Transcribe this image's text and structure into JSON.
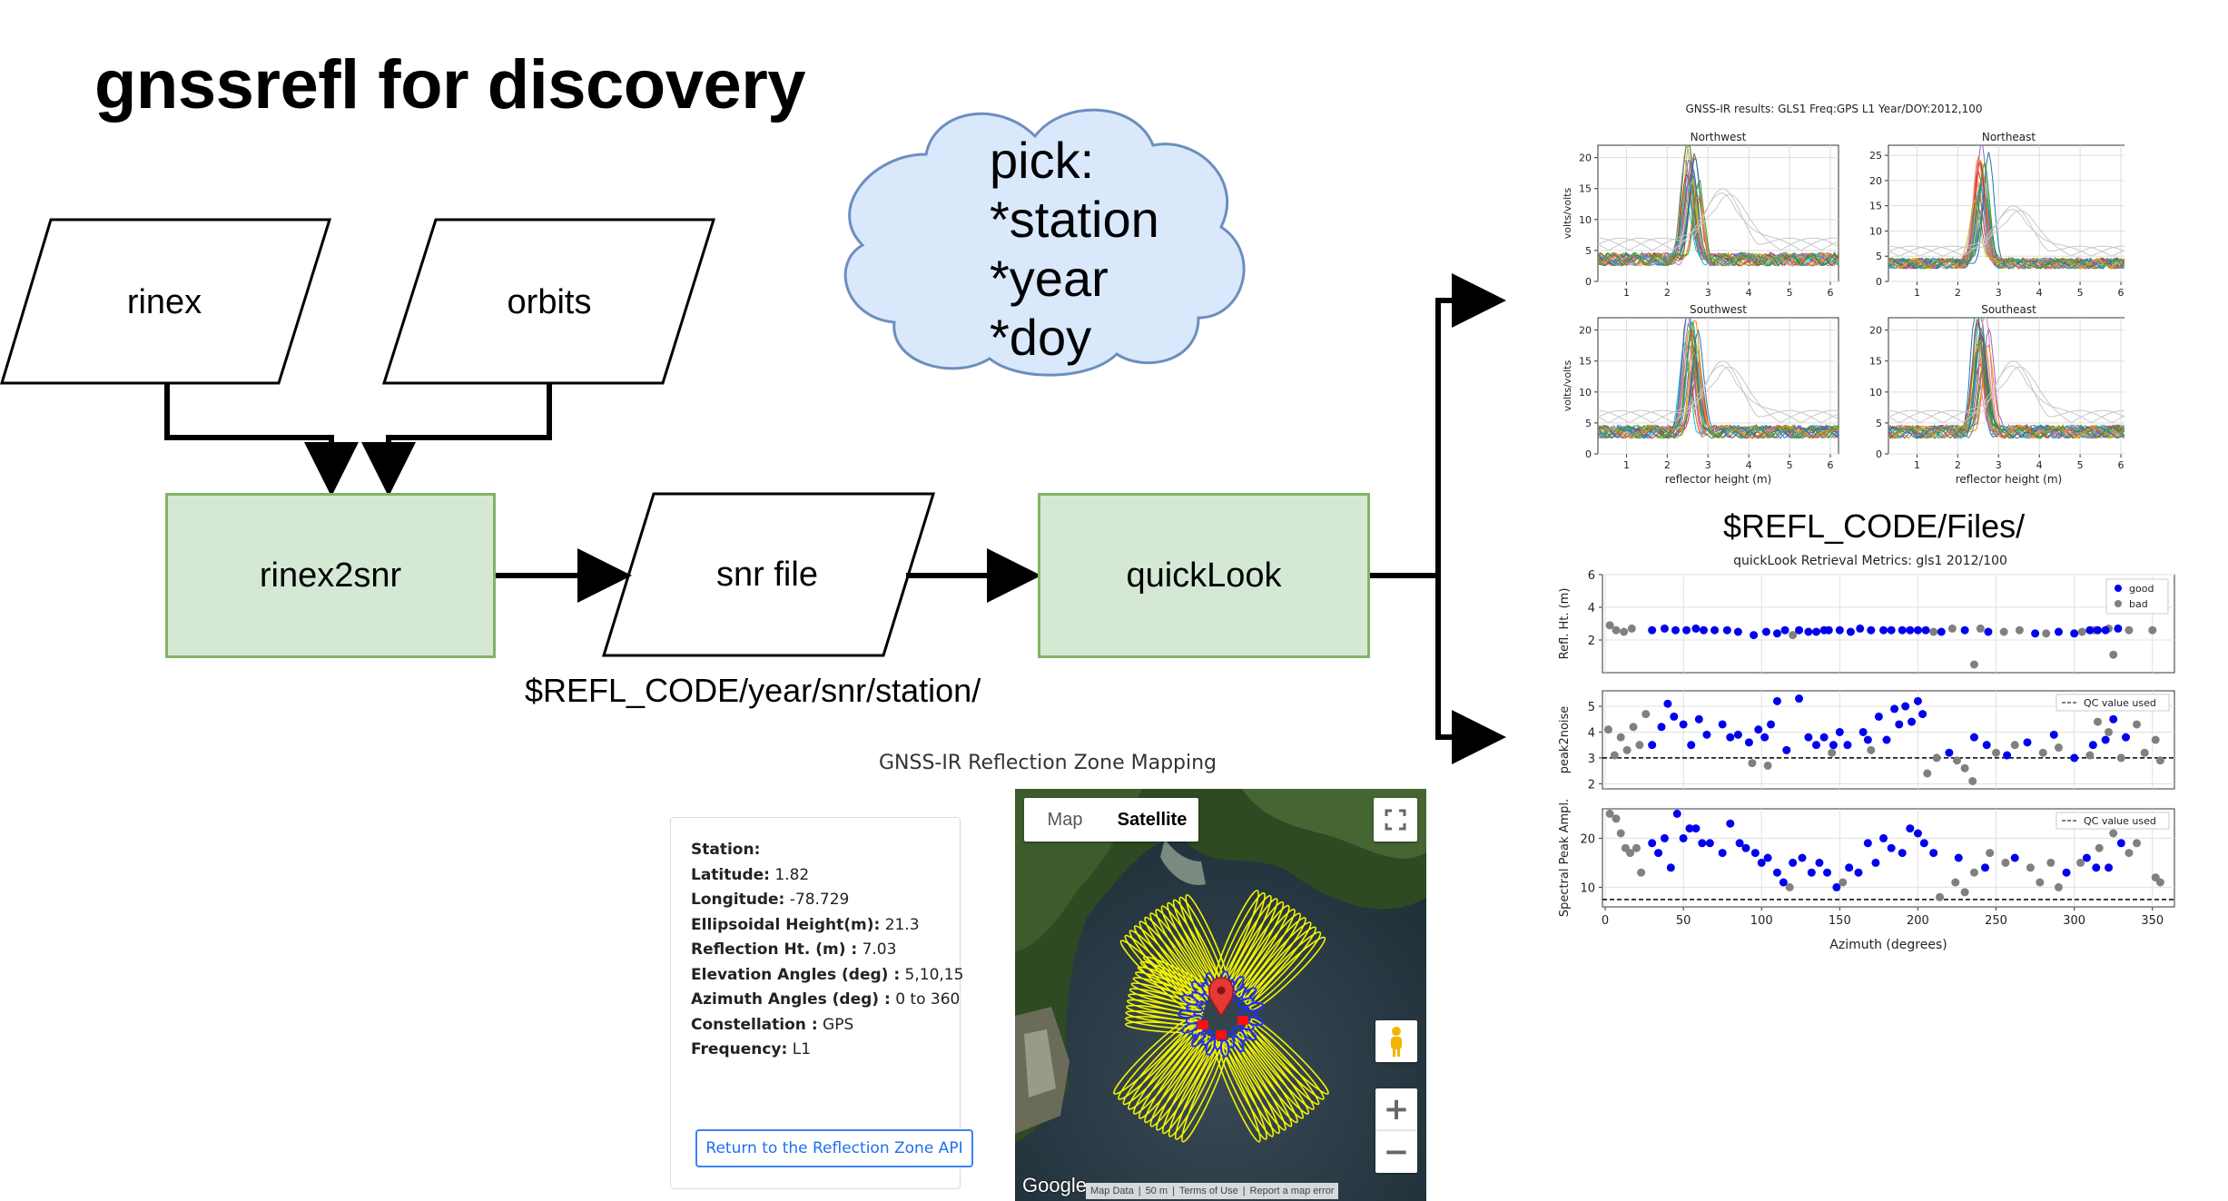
{
  "title": "gnssrefl for discovery",
  "flow": {
    "rinex": "rinex",
    "orbits": "orbits",
    "rinex2snr": "rinex2snr",
    "snr_file": "snr file",
    "quicklook": "quickLook",
    "snr_path": "$REFL_CODE/year/snr/station/",
    "files_path": "$REFL_CODE/Files/"
  },
  "cloud": {
    "lines": [
      "pick:",
      "*station",
      "*year",
      "*doy"
    ]
  },
  "colors": {
    "process_fill": "#d5e8d4",
    "process_border": "#82b366",
    "cloud_fill": "#dae8fc",
    "cloud_border": "#6c8ebf",
    "good": "#0000ee",
    "bad": "#808080"
  },
  "map_page": {
    "caption": "GNSS-IR Reflection Zone Mapping",
    "info": [
      {
        "label": "Station:",
        "value": ""
      },
      {
        "label": "Latitude:",
        "value": "1.82"
      },
      {
        "label": "Longitude:",
        "value": "-78.729"
      },
      {
        "label": "Ellipsoidal Height(m):",
        "value": "21.3"
      },
      {
        "label": "Reflection Ht. (m) :",
        "value": "7.03"
      },
      {
        "label": "Elevation Angles (deg) :",
        "value": "5,10,15"
      },
      {
        "label": "Azimuth Angles (deg) :",
        "value": "0 to 360"
      },
      {
        "label": "Constellation :",
        "value": "GPS"
      },
      {
        "label": "Frequency:",
        "value": "L1"
      }
    ],
    "return_button": "Return to the Reflection Zone API",
    "map": {
      "tab_map": "Map",
      "tab_satellite": "Satellite",
      "selected_tab": "Satellite",
      "google": "Google",
      "footer": [
        "Map Data",
        "50 m",
        "Terms of Use",
        "Report a map error"
      ],
      "icons": [
        "fullscreen-icon",
        "pegman-icon",
        "zoom-in-icon",
        "zoom-out-icon",
        "map-pin-icon"
      ]
    }
  },
  "chart_data": [
    {
      "type": "line",
      "title": "GNSS-IR results: GLS1 Freq:GPS L1 Year/DOY:2012,100",
      "panels": [
        {
          "title": "Northwest",
          "ylabel": "volts/volts",
          "ylim": [
            0,
            22
          ],
          "yticks": [
            0,
            5,
            10,
            15,
            20
          ],
          "peak_height": 20
        },
        {
          "title": "Northeast",
          "ylabel": "",
          "ylim": [
            0,
            27
          ],
          "yticks": [
            0,
            5,
            10,
            15,
            20,
            25
          ],
          "peak_height": 26
        },
        {
          "title": "Southwest",
          "ylabel": "volts/volts",
          "ylim": [
            0,
            22
          ],
          "yticks": [
            0,
            5,
            10,
            15,
            20
          ],
          "peak_height": 21
        },
        {
          "title": "Southeast",
          "ylabel": "",
          "ylim": [
            0,
            22
          ],
          "yticks": [
            0,
            5,
            10,
            15,
            20
          ],
          "peak_height": 21
        }
      ],
      "xlabel": "reflector height (m)",
      "xlim": [
        0.3,
        6.2
      ],
      "xticks": [
        1,
        2,
        3,
        4,
        5,
        6
      ],
      "peak_x": 2.6
    },
    {
      "type": "scatter",
      "title": "quickLook Retrieval Metrics: gls1 2012/100",
      "xlabel": "Azimuth (degrees)",
      "xlim": [
        0,
        360
      ],
      "xticks": [
        0,
        50,
        100,
        150,
        200,
        250,
        300,
        350
      ],
      "legend": [
        "good",
        "bad"
      ],
      "qc_legend": "QC value used",
      "panels": [
        {
          "ylabel": "Refl. Ht. (m)",
          "ylim": [
            0,
            6
          ],
          "yticks": [
            2,
            4,
            6
          ],
          "qc": null,
          "good": [
            [
              30,
              2.6
            ],
            [
              38,
              2.7
            ],
            [
              45,
              2.6
            ],
            [
              52,
              2.6
            ],
            [
              58,
              2.7
            ],
            [
              63,
              2.6
            ],
            [
              70,
              2.6
            ],
            [
              78,
              2.6
            ],
            [
              85,
              2.5
            ],
            [
              95,
              2.3
            ],
            [
              103,
              2.5
            ],
            [
              110,
              2.4
            ],
            [
              115,
              2.6
            ],
            [
              124,
              2.6
            ],
            [
              130,
              2.5
            ],
            [
              135,
              2.5
            ],
            [
              140,
              2.6
            ],
            [
              143,
              2.6
            ],
            [
              150,
              2.6
            ],
            [
              157,
              2.5
            ],
            [
              163,
              2.7
            ],
            [
              170,
              2.6
            ],
            [
              178,
              2.6
            ],
            [
              183,
              2.6
            ],
            [
              190,
              2.6
            ],
            [
              195,
              2.6
            ],
            [
              200,
              2.6
            ],
            [
              205,
              2.6
            ],
            [
              215,
              2.5
            ],
            [
              230,
              2.6
            ],
            [
              245,
              2.5
            ],
            [
              275,
              2.4
            ],
            [
              290,
              2.5
            ],
            [
              300,
              2.4
            ],
            [
              310,
              2.6
            ],
            [
              315,
              2.6
            ],
            [
              320,
              2.6
            ],
            [
              328,
              2.7
            ]
          ],
          "bad": [
            [
              3,
              2.9
            ],
            [
              7,
              2.6
            ],
            [
              12,
              2.5
            ],
            [
              17,
              2.7
            ],
            [
              120,
              2.3
            ],
            [
              210,
              2.5
            ],
            [
              222,
              2.7
            ],
            [
              236,
              0.5
            ],
            [
              240,
              2.7
            ],
            [
              255,
              2.5
            ],
            [
              265,
              2.6
            ],
            [
              282,
              2.4
            ],
            [
              305,
              2.5
            ],
            [
              313,
              2.6
            ],
            [
              322,
              2.7
            ],
            [
              325,
              1.1
            ],
            [
              335,
              2.6
            ],
            [
              350,
              2.6
            ]
          ]
        },
        {
          "ylabel": "peak2noise",
          "ylim": [
            1.8,
            5.6
          ],
          "yticks": [
            2,
            3,
            4,
            5
          ],
          "qc": 3.0,
          "good": [
            [
              30,
              3.5
            ],
            [
              36,
              4.2
            ],
            [
              40,
              5.1
            ],
            [
              44,
              4.6
            ],
            [
              50,
              4.3
            ],
            [
              55,
              3.5
            ],
            [
              60,
              4.5
            ],
            [
              65,
              3.9
            ],
            [
              75,
              4.3
            ],
            [
              80,
              3.8
            ],
            [
              85,
              3.9
            ],
            [
              92,
              3.6
            ],
            [
              98,
              4.1
            ],
            [
              102,
              3.8
            ],
            [
              106,
              4.3
            ],
            [
              110,
              5.2
            ],
            [
              116,
              3.3
            ],
            [
              124,
              5.3
            ],
            [
              130,
              3.8
            ],
            [
              135,
              3.5
            ],
            [
              140,
              3.8
            ],
            [
              146,
              3.5
            ],
            [
              150,
              4.0
            ],
            [
              155,
              3.5
            ],
            [
              165,
              4.0
            ],
            [
              168,
              3.7
            ],
            [
              175,
              4.6
            ],
            [
              180,
              3.7
            ],
            [
              185,
              4.9
            ],
            [
              188,
              4.3
            ],
            [
              192,
              5.0
            ],
            [
              196,
              4.4
            ],
            [
              200,
              5.2
            ],
            [
              203,
              4.7
            ],
            [
              220,
              3.2
            ],
            [
              236,
              3.8
            ],
            [
              244,
              3.5
            ],
            [
              257,
              3.1
            ],
            [
              270,
              3.6
            ],
            [
              287,
              3.9
            ],
            [
              300,
              3.0
            ],
            [
              312,
              3.5
            ],
            [
              320,
              3.7
            ],
            [
              325,
              4.5
            ],
            [
              333,
              3.8
            ]
          ],
          "bad": [
            [
              2,
              4.1
            ],
            [
              6,
              3.1
            ],
            [
              10,
              3.8
            ],
            [
              14,
              3.3
            ],
            [
              18,
              4.2
            ],
            [
              22,
              3.5
            ],
            [
              26,
              4.7
            ],
            [
              94,
              2.8
            ],
            [
              104,
              2.7
            ],
            [
              145,
              3.2
            ],
            [
              170,
              3.3
            ],
            [
              206,
              2.4
            ],
            [
              212,
              3.0
            ],
            [
              225,
              2.9
            ],
            [
              230,
              2.6
            ],
            [
              235,
              2.1
            ],
            [
              250,
              3.2
            ],
            [
              262,
              3.5
            ],
            [
              280,
              3.2
            ],
            [
              290,
              3.4
            ],
            [
              310,
              3.1
            ],
            [
              315,
              4.4
            ],
            [
              322,
              4.0
            ],
            [
              330,
              3.0
            ],
            [
              340,
              4.3
            ],
            [
              345,
              3.2
            ],
            [
              352,
              3.7
            ],
            [
              355,
              2.9
            ]
          ]
        },
        {
          "ylabel": "Spectral Peak Ampl.",
          "ylim": [
            6,
            26
          ],
          "yticks": [
            10,
            20
          ],
          "qc": 7.5,
          "good": [
            [
              30,
              19
            ],
            [
              34,
              17
            ],
            [
              38,
              20
            ],
            [
              42,
              14
            ],
            [
              46,
              25
            ],
            [
              50,
              20
            ],
            [
              54,
              22
            ],
            [
              58,
              22
            ],
            [
              62,
              19
            ],
            [
              67,
              19
            ],
            [
              75,
              17
            ],
            [
              80,
              23
            ],
            [
              86,
              19
            ],
            [
              90,
              18
            ],
            [
              96,
              17
            ],
            [
              100,
              15
            ],
            [
              104,
              16
            ],
            [
              110,
              13
            ],
            [
              114,
              11
            ],
            [
              120,
              15
            ],
            [
              126,
              16
            ],
            [
              132,
              13
            ],
            [
              137,
              15
            ],
            [
              142,
              13
            ],
            [
              148,
              10
            ],
            [
              156,
              14
            ],
            [
              162,
              13
            ],
            [
              168,
              19
            ],
            [
              173,
              15
            ],
            [
              178,
              20
            ],
            [
              183,
              18
            ],
            [
              190,
              17
            ],
            [
              195,
              22
            ],
            [
              200,
              21
            ],
            [
              204,
              19
            ],
            [
              210,
              17
            ],
            [
              226,
              16
            ],
            [
              243,
              14
            ],
            [
              262,
              16
            ],
            [
              295,
              13
            ],
            [
              308,
              16
            ],
            [
              314,
              14
            ],
            [
              322,
              14
            ],
            [
              330,
              19
            ]
          ],
          "bad": [
            [
              3,
              25
            ],
            [
              7,
              24
            ],
            [
              10,
              21
            ],
            [
              13,
              18
            ],
            [
              16,
              17
            ],
            [
              20,
              18
            ],
            [
              23,
              13
            ],
            [
              118,
              10
            ],
            [
              152,
              11
            ],
            [
              214,
              8
            ],
            [
              224,
              11
            ],
            [
              230,
              9
            ],
            [
              236,
              13
            ],
            [
              246,
              17
            ],
            [
              256,
              15
            ],
            [
              272,
              14
            ],
            [
              278,
              11
            ],
            [
              285,
              15
            ],
            [
              290,
              10
            ],
            [
              304,
              15
            ],
            [
              316,
              18
            ],
            [
              325,
              21
            ],
            [
              335,
              17
            ],
            [
              340,
              19
            ],
            [
              352,
              12
            ],
            [
              355,
              11
            ]
          ]
        }
      ]
    }
  ]
}
